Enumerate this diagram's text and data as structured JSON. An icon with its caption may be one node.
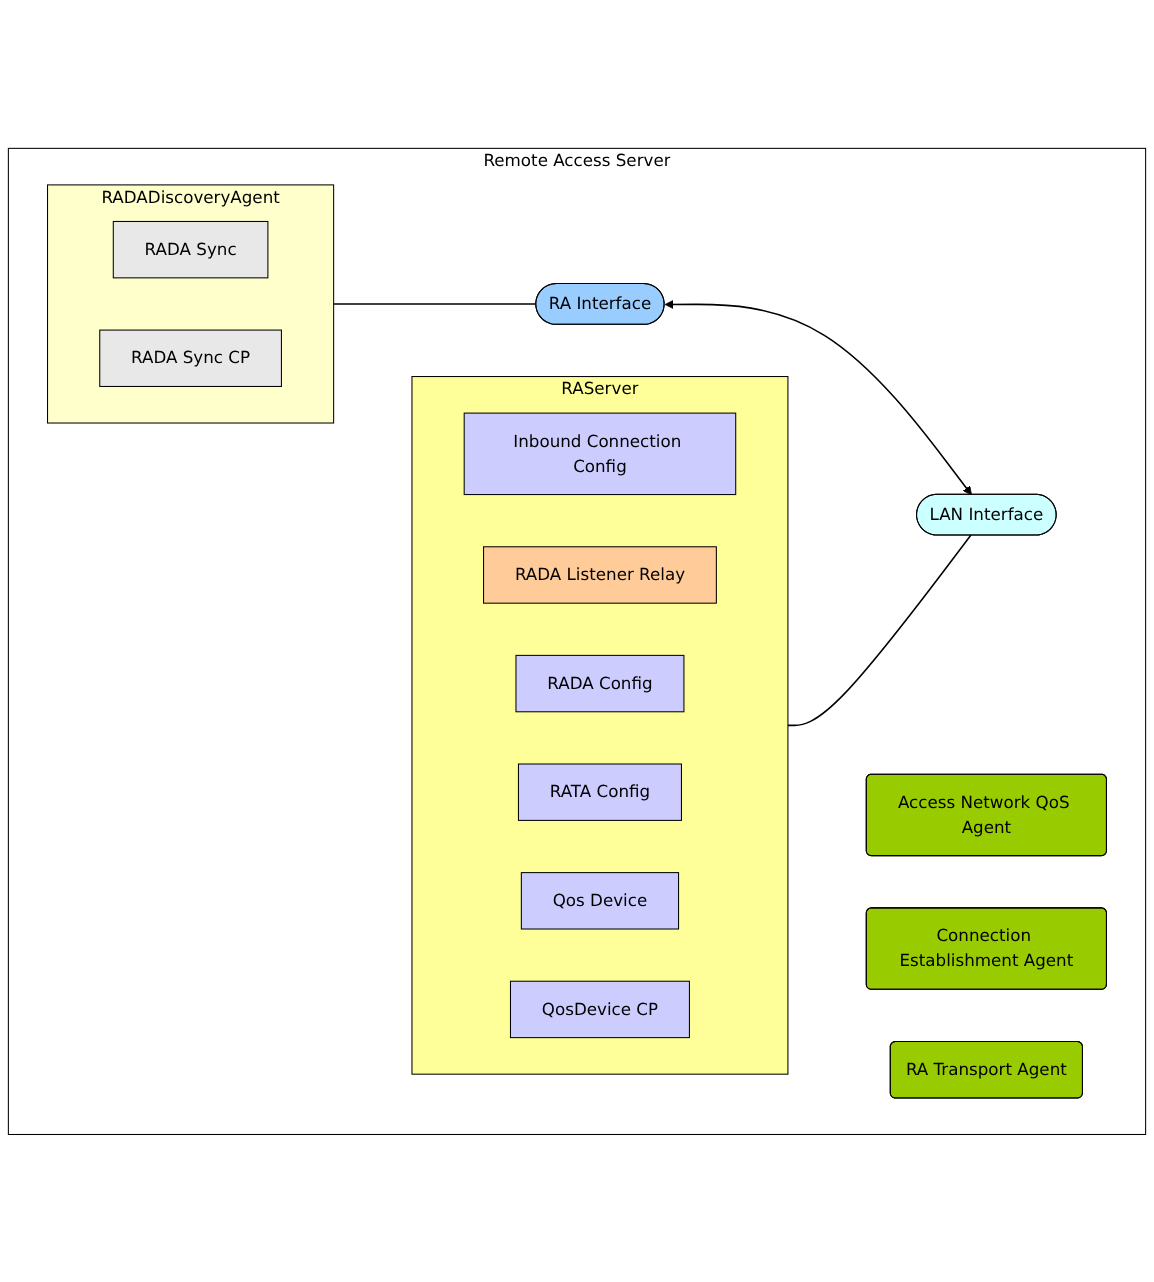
{
  "diagram": {
    "nodes": [
      {
        "text": [
          "Remote Access Server"
        ]
      },
      {
        "text": [
          "Access Network QoS Agent"
        ],
        "in": 0
      },
      {
        "text": [
          "Connection Establishment Agent"
        ],
        "in": 0
      },
      {
        "text": [
          "RADADiscoveryAgent"
        ],
        "in": 0
      },
      {
        "text": [
          "RADA Sync"
        ],
        "in": 3
      },
      {
        "text": [
          "RADA Sync CP"
        ],
        "in": 3
      },
      {
        "text": [
          "RA Transport Agent"
        ],
        "in": 0
      },
      {
        "text": [
          "RA Interface"
        ],
        "in": 0
      },
      {
        "text": [
          "RAServer"
        ],
        "in": 0
      },
      {
        "text": [
          "Inbound Connection Config"
        ],
        "in": 8
      },
      {
        "text": [
          "RADA Listener Relay"
        ],
        "in": 8
      },
      {
        "text": [
          "RADA Config"
        ],
        "in": 8
      },
      {
        "text": [
          "RATA Config"
        ],
        "in": 8
      },
      {
        "text": [
          "Qos Device"
        ],
        "in": 8
      },
      {
        "text": [
          "QosDevice CP"
        ],
        "in": 8
      },
      {
        "text": [
          "LAN Interface"
        ],
        "in": 0
      }
    ],
    "edges": [
      {
        "from": 3,
        "to": 7,
        "arrow": "none"
      },
      {
        "from": 8,
        "to": 15,
        "arrow": "none"
      },
      {
        "from": 7,
        "to": 15,
        "arrow": "both"
      }
    ]
  }
}
